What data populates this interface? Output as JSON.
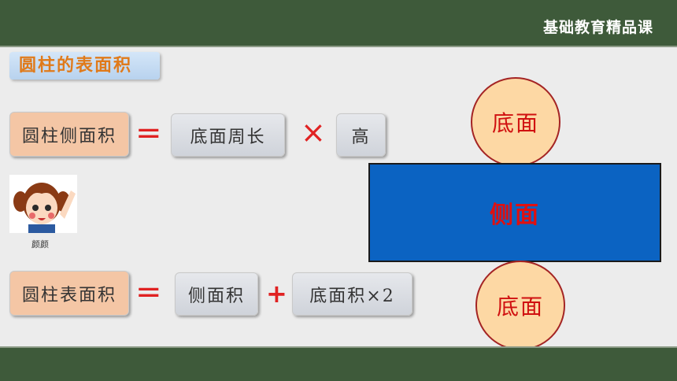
{
  "header": {
    "brand": "基础教育精品课"
  },
  "section": {
    "title": "圆柱的表面积"
  },
  "formula1": {
    "lhs": "圆柱侧面积",
    "equals": "=",
    "term1": "底面周长",
    "times": "×",
    "term2": "高"
  },
  "formula2": {
    "lhs": "圆柱表面积",
    "equals": "=",
    "term1": "侧面积",
    "plus": "+",
    "term2": "底面积×2"
  },
  "character": {
    "name": "颜颜"
  },
  "net": {
    "top_label": "底面",
    "middle_label": "侧面",
    "bottom_label": "底面"
  },
  "colors": {
    "header_bg": "#3e5a3a",
    "lateral": "#0b63c2",
    "base": "#fdd8a4",
    "accent": "#e02222"
  }
}
